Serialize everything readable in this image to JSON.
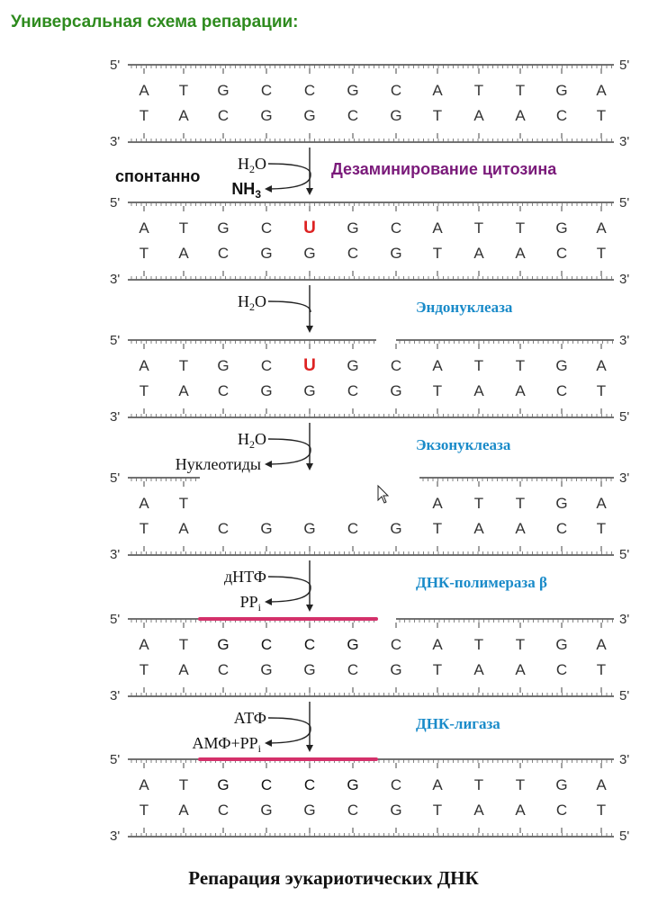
{
  "title": "Универсальная схема репарации:",
  "caption": "Репарация эукариотических ДНК",
  "colors": {
    "title": "#2e8b1e",
    "enzyme": "#1a8bc9",
    "deamination": "#7a1a7a",
    "uracil": "#dd2222",
    "new_strand": "#d4306a"
  },
  "strand_ends": {
    "five": "5'",
    "three": "3'"
  },
  "stages": [
    {
      "top": [
        "A",
        "T",
        "G",
        "C",
        "C",
        "G",
        "C",
        "A",
        "T",
        "T",
        "G",
        "A"
      ],
      "bottom": [
        "T",
        "A",
        "C",
        "G",
        "G",
        "C",
        "G",
        "T",
        "A",
        "A",
        "C",
        "T"
      ],
      "top_right_end": "5'",
      "bottom_right_end": "3'"
    },
    {
      "top": [
        "A",
        "T",
        "G",
        "C",
        "U",
        "G",
        "C",
        "A",
        "T",
        "T",
        "G",
        "A"
      ],
      "bottom": [
        "T",
        "A",
        "C",
        "G",
        "G",
        "C",
        "G",
        "T",
        "A",
        "A",
        "C",
        "T"
      ],
      "top_right_end": "5'",
      "bottom_right_end": "3'"
    },
    {
      "top": [
        "A",
        "T",
        "G",
        "C",
        "U",
        "G",
        "C",
        "A",
        "T",
        "T",
        "G",
        "A"
      ],
      "bottom": [
        "T",
        "A",
        "C",
        "G",
        "G",
        "C",
        "G",
        "T",
        "A",
        "A",
        "C",
        "T"
      ],
      "top_right_end": "3'",
      "bottom_right_end": "5'"
    },
    {
      "top": [
        "A",
        "T",
        "",
        "",
        "",
        "",
        "",
        "A",
        "T",
        "T",
        "G",
        "A"
      ],
      "bottom": [
        "T",
        "A",
        "C",
        "G",
        "G",
        "C",
        "G",
        "T",
        "A",
        "A",
        "C",
        "T"
      ],
      "top_right_end": "3'",
      "bottom_right_end": "5'"
    },
    {
      "top": [
        "A",
        "T",
        "G",
        "C",
        "C",
        "G",
        "C",
        "A",
        "T",
        "T",
        "G",
        "A"
      ],
      "bottom": [
        "T",
        "A",
        "C",
        "G",
        "G",
        "C",
        "G",
        "T",
        "A",
        "A",
        "C",
        "T"
      ],
      "top_right_end": "3'",
      "bottom_right_end": "5'"
    },
    {
      "top": [
        "A",
        "T",
        "G",
        "C",
        "C",
        "G",
        "C",
        "A",
        "T",
        "T",
        "G",
        "A"
      ],
      "bottom": [
        "T",
        "A",
        "C",
        "G",
        "G",
        "C",
        "G",
        "T",
        "A",
        "A",
        "C",
        "T"
      ],
      "top_right_end": "3'",
      "bottom_right_end": "5'"
    }
  ],
  "steps": [
    {
      "spontaneous": "спонтанно",
      "in_sub": "H",
      "in_idx": "2",
      "in_tail": "O",
      "out_main": "NH",
      "out_idx": "3",
      "label": "Дезаминирование цитозина"
    },
    {
      "in_sub": "H",
      "in_idx": "2",
      "in_tail": "O",
      "label": "Эндонуклеаза"
    },
    {
      "in_sub": "H",
      "in_idx": "2",
      "in_tail": "O",
      "out_main": "Нуклеотиды",
      "label": "Экзонуклеаза"
    },
    {
      "in_main": "дНТФ",
      "out_main": "PP",
      "out_idx": "i",
      "label": "ДНК-полимераза β"
    },
    {
      "in_main": "АТФ",
      "out_main": "АМФ+PP",
      "out_idx": "i",
      "label": "ДНК-лигаза"
    }
  ]
}
